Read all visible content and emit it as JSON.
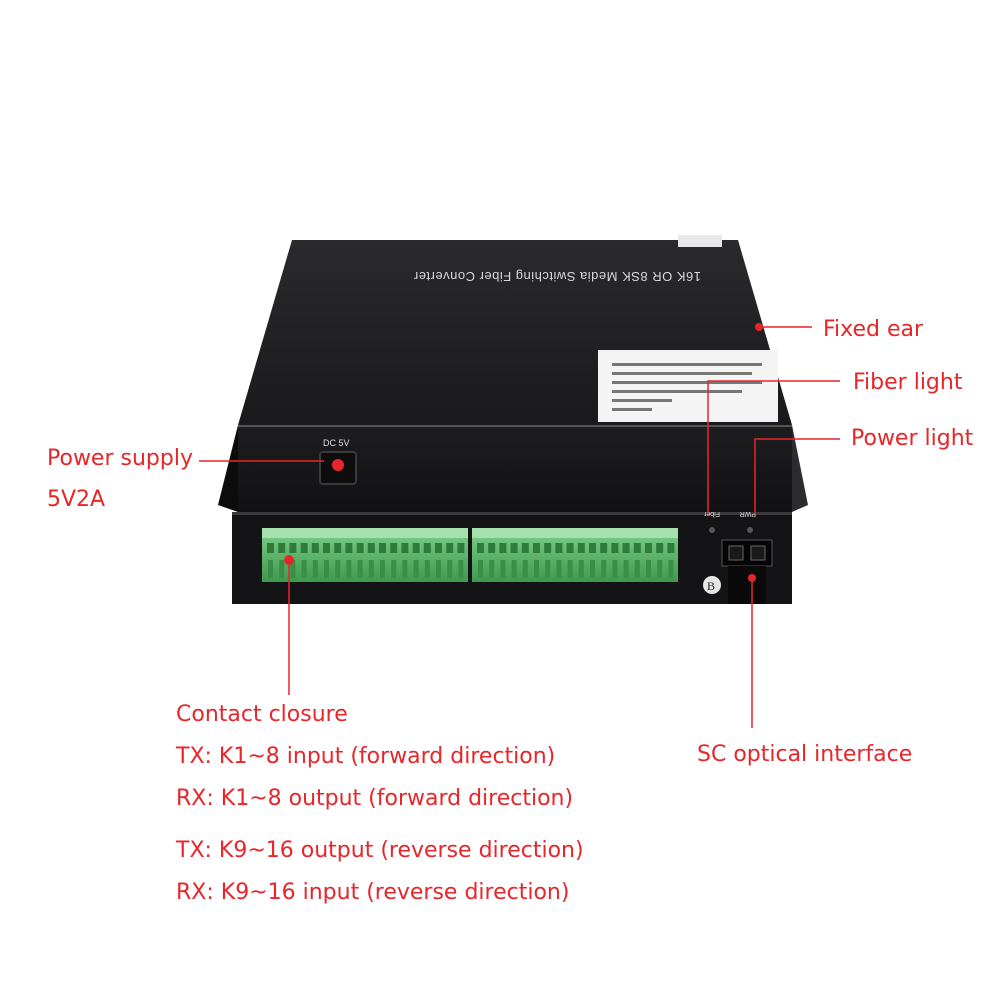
{
  "device": {
    "top_text": "16K OR 8SK Media Switching Fiber Converter",
    "dc_label": "DC 5V",
    "fiber_label": "Fiber",
    "pwr_label": "PWR",
    "port_letter": "B"
  },
  "labels": {
    "fixed_ear": "Fixed ear",
    "fiber_light": "Fiber light",
    "power_light": "Power light",
    "power_supply": "Power supply",
    "power_spec": "5V2A",
    "sc_interface": "SC optical interface"
  },
  "contact": {
    "title": "Contact closure",
    "lines": [
      "TX: K1~8 input (forward direction)",
      "RX: K1~8 output (forward direction)",
      "TX: K9~16 output (reverse direction)",
      "RX: K9~16 input (reverse direction)"
    ]
  },
  "colors": {
    "annotation": "#e8262a",
    "device": "#1c1c1e",
    "terminal": "#5dbb6a"
  }
}
